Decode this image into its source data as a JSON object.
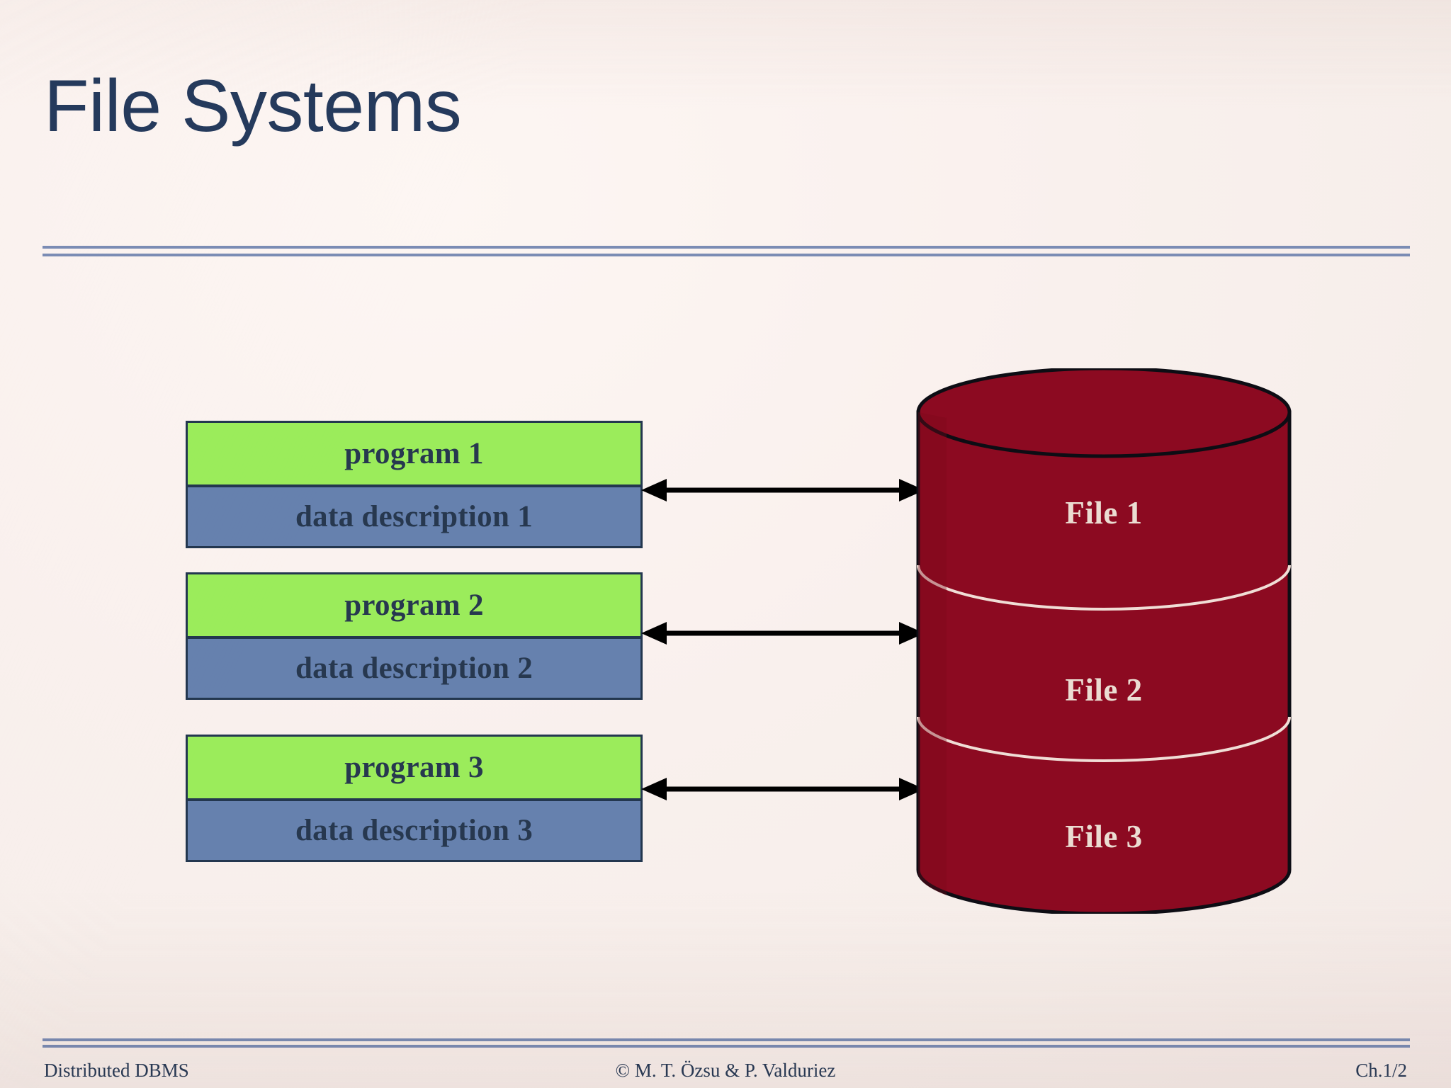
{
  "slide": {
    "title": "File Systems",
    "theme": {
      "background": "#f7efec",
      "title_color": "#253a5c",
      "rule_color": "#7b8cb4",
      "program_fill": "#9bec5b",
      "data_fill": "#6681ae",
      "box_border": "#23374f",
      "box_text": "#27384f",
      "cylinder_fill": "#8c0a21",
      "cylinder_text": "#ebddd2",
      "arrow_color": "#000000"
    }
  },
  "diagram": {
    "blocks": [
      {
        "program": "program 1",
        "data_description": "data description 1"
      },
      {
        "program": "program 2",
        "data_description": "data description 2"
      },
      {
        "program": "program 3",
        "data_description": "data description 3"
      }
    ],
    "arrows": [
      {
        "name": "arrow-program-1-file-1",
        "direction": "bidirectional"
      },
      {
        "name": "arrow-program-2-file-2",
        "direction": "bidirectional"
      },
      {
        "name": "arrow-program-3-file-3",
        "direction": "bidirectional"
      }
    ],
    "storage": {
      "shape": "cylinder",
      "sections": [
        "File 1",
        "File 2",
        "File 3"
      ]
    }
  },
  "footer": {
    "left": "Distributed DBMS",
    "center": "© M. T. Özsu & P. Valduriez",
    "right": "Ch.1/2"
  }
}
